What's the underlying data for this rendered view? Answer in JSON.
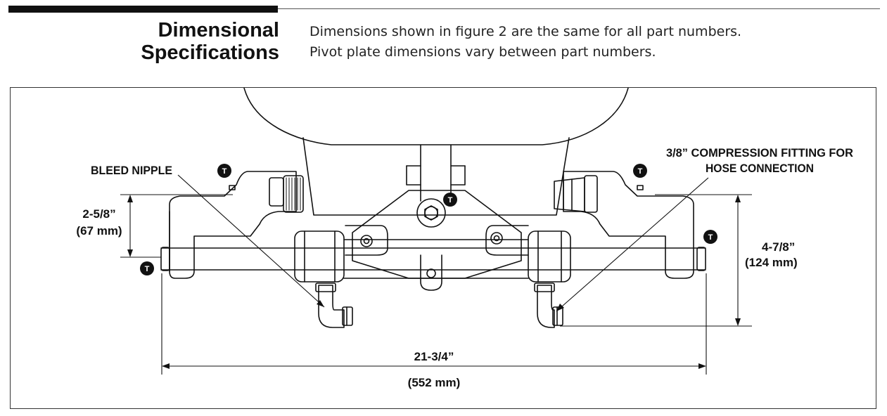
{
  "header": {
    "title_line1": "Dimensional",
    "title_line2": "Specifications",
    "intro_line1": "Dimensions shown in figure 2 are the same for all part numbers.",
    "intro_line2": "Pivot plate dimensions vary between part numbers."
  },
  "figure": {
    "callouts": {
      "bleed_nipple": "BLEED NIPPLE",
      "fitting_line1": "3/8” COMPRESSION FITTING FOR",
      "fitting_line2": "HOSE CONNECTION"
    },
    "dimensions": {
      "height_left_in": "2-5/8”",
      "height_left_mm": "(67 mm)",
      "height_right_in": "4-7/8”",
      "height_right_mm": "(124 mm)",
      "width_in": "21-3/4”",
      "width_mm": "(552 mm)"
    },
    "badge_letter": "T"
  }
}
